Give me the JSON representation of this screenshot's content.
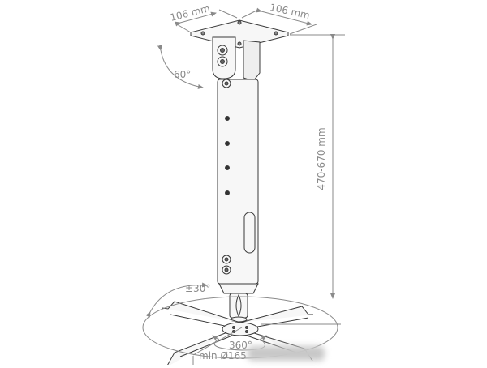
{
  "diagram": {
    "subject": "Projector ceiling mount",
    "dimensions": {
      "plate_width_left": "106 mm",
      "plate_width_right": "106 mm",
      "height_range": "470-670 mm",
      "min_diameter": "min Ø165"
    },
    "angles": {
      "tilt": "60°",
      "swivel": "±30°",
      "rotation": "360°"
    },
    "colors": {
      "line": "#3a3a3a",
      "dimension": "#8a8a8a",
      "fill": "#f7f7f7"
    }
  }
}
